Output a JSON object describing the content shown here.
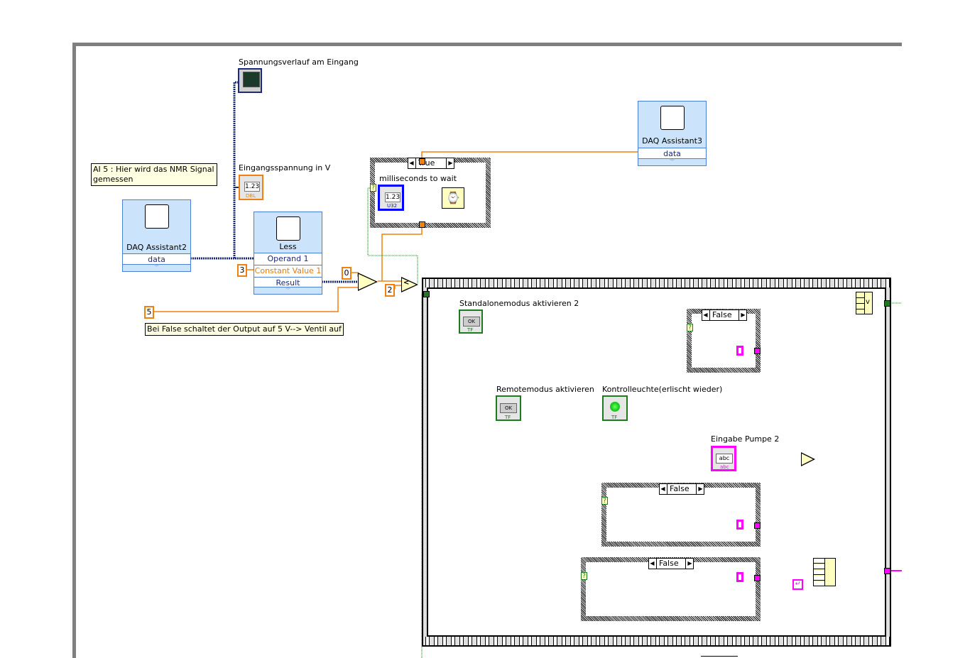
{
  "diagram": {
    "labels": {
      "graph_indicator": "Spannungsverlauf am Eingang",
      "numeric_indicator": "Eingangsspannung in V",
      "ms_to_wait": "milliseconds to wait",
      "standalone_button": "Standalonemodus aktivieren 2",
      "remote_button": "Remotemodus aktivieren",
      "control_light": "Kontrolleuchte(erlischt wieder)",
      "pump_input": "Eingabe Pumpe 2"
    },
    "comments": {
      "ai5": "AI 5 : Hier wird das NMR Signal gemessen",
      "false_output": "Bei False schaltet der Output auf 5 V--> Ventil auf"
    },
    "daq2": {
      "title": "DAQ Assistant2",
      "output": "data"
    },
    "daq3": {
      "title": "DAQ Assistant3",
      "input": "data"
    },
    "less": {
      "title": "Less",
      "operand1": "Operand 1",
      "operand2": "Constant Value 1",
      "result": "Result"
    },
    "constants": {
      "c3": "3",
      "c0": "0",
      "c5": "5",
      "c2": "2"
    },
    "case_top": {
      "selector": "True"
    },
    "case_a": {
      "selector": "False"
    },
    "case_b": {
      "selector": "False"
    },
    "case_c": {
      "selector": "False"
    },
    "terminals": {
      "numeric_text": "1.23",
      "numeric_type": "DBL",
      "u32_type": "U32",
      "bool_text": "OK",
      "bool_type": "TF",
      "string_text": "abc",
      "string_type": "abc",
      "or_symbol": "v",
      "less_symbol": "<"
    },
    "colors": {
      "orange_wire": "#f08010",
      "blue_wire": "#1b2a7a",
      "green_wire": "#1e7a1e",
      "magenta_wire": "#ff00ff",
      "expr_bg": "#cce4fb",
      "comment_bg": "#ffffe1"
    }
  }
}
